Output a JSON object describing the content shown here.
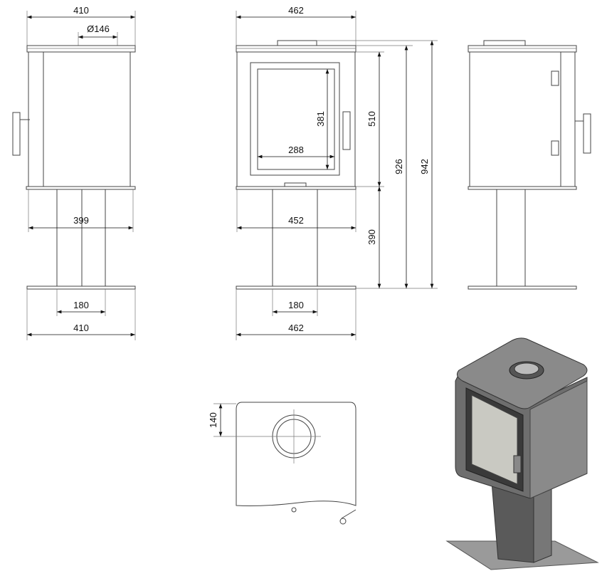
{
  "side_view": {
    "top_width": "410",
    "flue_diameter": "Ø146",
    "body_width": "399",
    "column_width": "180",
    "base_width": "410"
  },
  "front_view": {
    "top_width": "462",
    "glass_width": "288",
    "glass_height": "381",
    "body_height": "510",
    "column_height": "390",
    "height_926": "926",
    "height_942": "942",
    "body_width": "452",
    "column_width": "180",
    "base_width": "462"
  },
  "top_view": {
    "flue_offset": "140"
  },
  "colors": {
    "line": "#444444",
    "dimension": "#111111",
    "render_body": "#6e6e6e",
    "render_top": "#8a8a8a"
  }
}
